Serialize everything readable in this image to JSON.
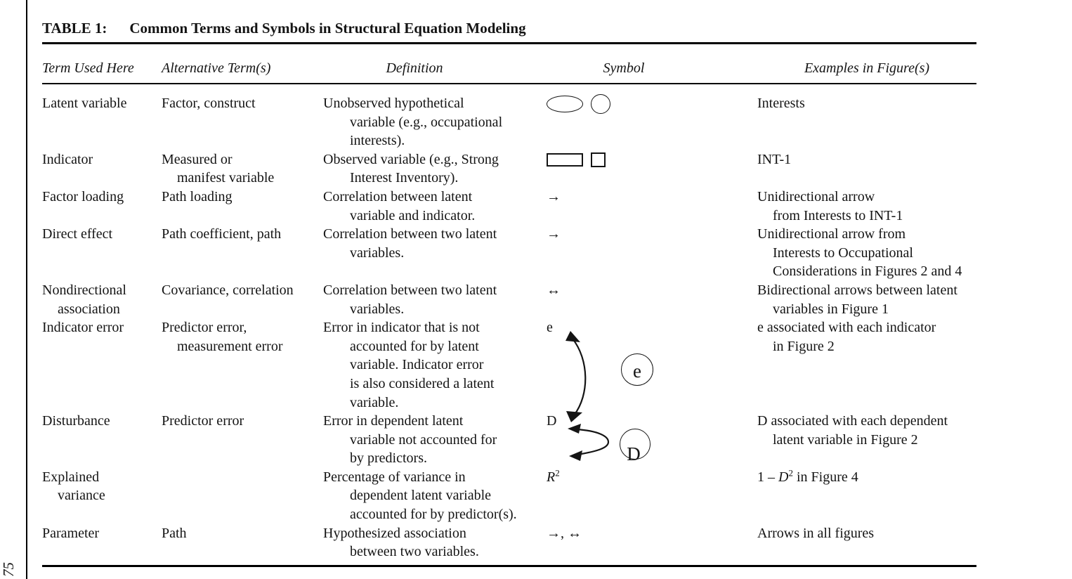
{
  "page": {
    "table_label": "TABLE 1:",
    "table_title": "Common Terms and Symbols in Structural Equation Modeling",
    "page_number": "75"
  },
  "colors": {
    "text": "#141414",
    "background": "#ffffff",
    "rule": "#000000"
  },
  "table": {
    "columns": [
      "Term Used Here",
      "Alternative Term(s)",
      "Definition",
      "Symbol",
      "Examples in Figure(s)"
    ],
    "rows": [
      {
        "term": [
          "Latent variable"
        ],
        "alt": [
          "Factor, construct"
        ],
        "definition": [
          "Unobserved hypothetical",
          "variable (e.g., occupational",
          "interests)."
        ],
        "symbol": {
          "type": "shapes",
          "items": [
            "ellipse",
            "circle"
          ]
        },
        "examples": [
          "Interests"
        ]
      },
      {
        "term": [
          "Indicator"
        ],
        "alt": [
          "Measured or",
          "manifest variable"
        ],
        "definition": [
          "Observed variable (e.g., Strong",
          "Interest Inventory)."
        ],
        "symbol": {
          "type": "shapes",
          "items": [
            "rectangle",
            "square"
          ]
        },
        "examples": [
          "INT-1"
        ]
      },
      {
        "term": [
          "Factor loading"
        ],
        "alt": [
          "Path loading"
        ],
        "definition": [
          "Correlation between latent",
          "variable and indicator."
        ],
        "symbol": {
          "type": "text",
          "text": "→"
        },
        "examples": [
          "Unidirectional arrow",
          "from Interests to INT-1"
        ]
      },
      {
        "term": [
          "Direct effect"
        ],
        "alt": [
          "Path coefficient, path"
        ],
        "definition": [
          "Correlation between two latent",
          "variables."
        ],
        "symbol": {
          "type": "text",
          "text": "→"
        },
        "examples": [
          "Unidirectional arrow from",
          "Interests to Occupational",
          "Considerations in Figures 2 and 4"
        ]
      },
      {
        "term": [
          "Nondirectional",
          "association"
        ],
        "alt": [
          "Covariance, correlation"
        ],
        "definition": [
          "Correlation between two latent",
          "variables."
        ],
        "symbol": {
          "type": "text",
          "text": "↔"
        },
        "examples": [
          "Bidirectional arrows between latent",
          "variables in Figure 1"
        ]
      },
      {
        "term": [
          "Indicator error"
        ],
        "alt": [
          "Predictor error,",
          "measurement error"
        ],
        "definition": [
          "Error in indicator that is not",
          "accounted for by latent",
          "variable. Indicator error",
          "is also considered a latent",
          "variable."
        ],
        "symbol": {
          "type": "letter-diagram",
          "letter": "e",
          "diagram": "curved-double-arrow",
          "circle_label": "e"
        },
        "examples": [
          "e associated with each indicator",
          "in Figure 2"
        ]
      },
      {
        "term": [
          "Disturbance"
        ],
        "alt": [
          "Predictor error"
        ],
        "definition": [
          "Error in dependent latent",
          "variable not accounted for",
          "by predictors."
        ],
        "symbol": {
          "type": "letter-diagram",
          "letter": "D",
          "diagram": "curved-bracket-arrow",
          "circle_label": "D"
        },
        "examples": [
          "D associated with each dependent",
          "latent variable in Figure 2"
        ]
      },
      {
        "term": [
          "Explained",
          "variance"
        ],
        "alt": [],
        "definition": [
          "Percentage of variance in",
          "dependent latent variable",
          "accounted for by predictor(s)."
        ],
        "symbol": {
          "type": "rich",
          "segments": [
            {
              "t": "R",
              "style": "italic"
            },
            {
              "t": "2",
              "style": "sup"
            }
          ]
        },
        "examples": [
          [
            {
              "t": "1 – "
            },
            {
              "t": "D",
              "style": "italic"
            },
            {
              "t": "2",
              "style": "sup"
            },
            {
              "t": " in Figure 4"
            }
          ]
        ]
      },
      {
        "term": [
          "Parameter"
        ],
        "alt": [
          "Path"
        ],
        "definition": [
          "Hypothesized association",
          "between two variables."
        ],
        "symbol": {
          "type": "text",
          "text": "→, ↔"
        },
        "examples": [
          "Arrows in all figures"
        ]
      }
    ]
  }
}
